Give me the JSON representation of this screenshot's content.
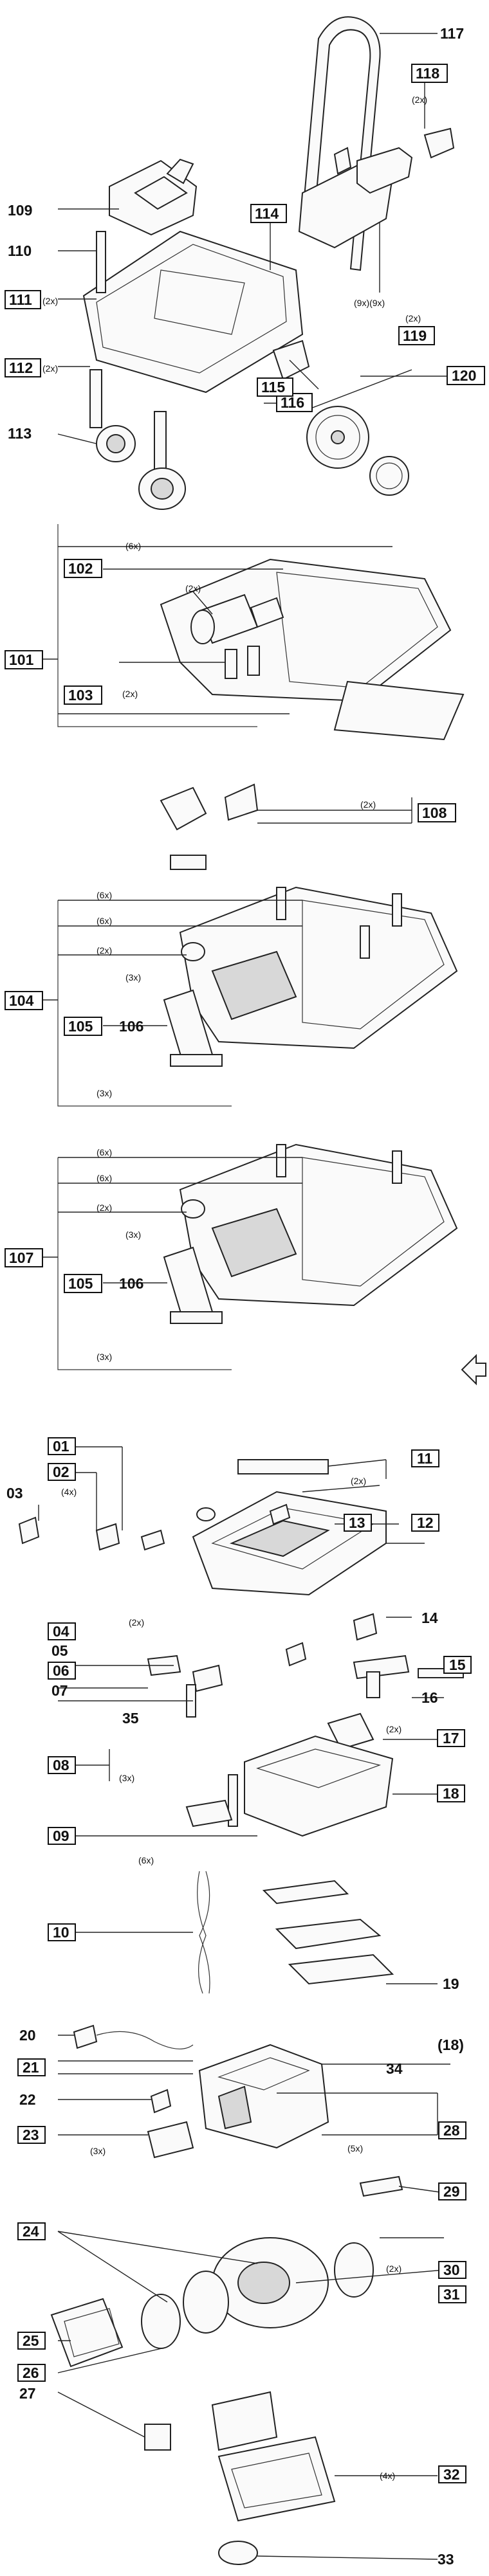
{
  "diagram": {
    "callouts": {
      "c117": "117",
      "c118": "118",
      "c109": "109",
      "c110": "110",
      "c114": "114",
      "c111": "111",
      "c112": "112",
      "c119": "119",
      "c120": "120",
      "c116": "116",
      "c115": "115",
      "c113": "113",
      "c102": "102",
      "c101": "101",
      "c103": "103",
      "c108": "108",
      "c104": "104",
      "c105a": "105",
      "c106a": "106",
      "c107": "107",
      "c105b": "105",
      "c106b": "106",
      "c01": "01",
      "c11": "11",
      "c02": "02",
      "c03": "03",
      "c13": "13",
      "c12": "12",
      "c14": "14",
      "c04": "04",
      "c05": "05",
      "c15": "15",
      "c06": "06",
      "c07": "07",
      "c16": "16",
      "c35": "35",
      "c17": "17",
      "c08": "08",
      "c18": "18",
      "c09": "09",
      "c10": "10",
      "c19": "19",
      "c20": "20",
      "c18ref": "(18)",
      "c21": "21",
      "c34": "34",
      "c22": "22",
      "c28": "28",
      "c23": "23",
      "c29": "29",
      "c24": "24",
      "c30": "30",
      "c31": "31",
      "c25": "25",
      "c26": "26",
      "c27": "27",
      "c32": "32",
      "c33": "33"
    },
    "multipliers": {
      "m118": "(2x)",
      "m111": "(2x)",
      "m112": "(2x)",
      "m9x": "(9x)(9x)",
      "m119": "(2x)",
      "m6x_102": "(6x)",
      "m2x_102": "(2x)",
      "m2x_103": "(2x)",
      "m2x_108": "(2x)",
      "m6x_104a": "(6x)",
      "m6x_104b": "(6x)",
      "m2x_104": "(2x)",
      "m3x_105": "(3x)",
      "m3x_104": "(3x)",
      "m6x_107a": "(6x)",
      "m6x_107b": "(6x)",
      "m2x_107": "(2x)",
      "m3x_107a": "(3x)",
      "m3x_107b": "(3x)",
      "m4x_02": "(4x)",
      "m2x_13": "(2x)",
      "m2x_05": "(2x)",
      "m2x_17": "(2x)",
      "m3x_08": "(3x)",
      "m6x_09": "(6x)",
      "m3x_23": "(3x)",
      "m5x_28": "(5x)",
      "m2x_30": "(2x)",
      "m4x_32": "(4x)"
    }
  }
}
